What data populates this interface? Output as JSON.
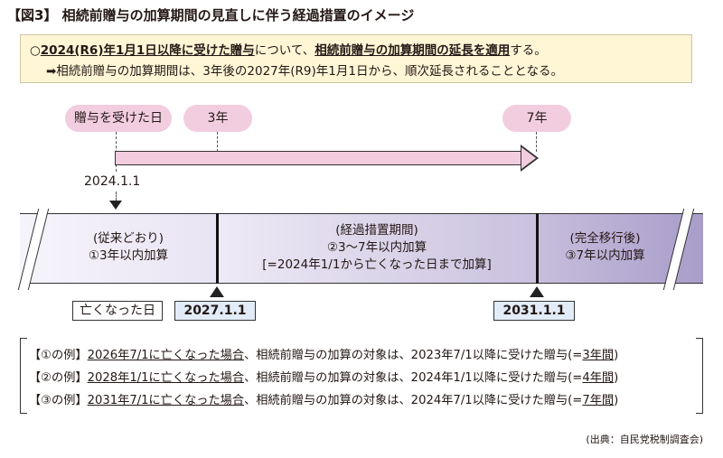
{
  "title": "【図3】 相続前贈与の加算期間の見直しに伴う経過措置のイメージ",
  "summary": {
    "bullet": "○",
    "part1": "2024(R6)年1月1日以降に受けた贈与",
    "part2": "について、",
    "part3": "相続前贈与の加算期間の延長を適用",
    "part4": "する。",
    "line2": "➡相続前贈与の加算期間は、3年後の2027年(R9)年1月1日から、順次延長されることとなる。"
  },
  "timeline": {
    "gift_label": "贈与を受けた日",
    "pill_3y": "3年",
    "pill_7y": "7年",
    "gift_date": "2024.1.1"
  },
  "periods": [
    {
      "head": "(従来どおり)",
      "line": "①3年以内加算",
      "note": ""
    },
    {
      "head": "(経過措置期間)",
      "line": "②3〜7年以内加算",
      "note": "[=2024年1/1から亡くなった日まで加算]"
    },
    {
      "head": "(完全移行後)",
      "line": "③7年以内加算",
      "note": ""
    }
  ],
  "dates": {
    "death_label": "亡くなった日",
    "d1": "2027.1.1",
    "d2": "2031.1.1"
  },
  "examples": [
    {
      "tag": "【①の例】",
      "death": "2026年7/1に亡くなった場合",
      "mid": "、相続前贈与の加算の対象は、2023年7/1以降に受けた贈与(=",
      "period": "3年間",
      "end": ")"
    },
    {
      "tag": "【②の例】",
      "death": "2028年1/1に亡くなった場合",
      "mid": "、相続前贈与の加算の対象は、2024年1/1以降に受けた贈与(=",
      "period": "4年間",
      "end": ")"
    },
    {
      "tag": "【③の例】",
      "death": "2031年7/1に亡くなった場合",
      "mid": "、相続前贈与の加算の対象は、2024年7/1以降に受けた贈与(=",
      "period": "7年間",
      "end": ")"
    }
  ],
  "source": "(出典：自民党税制調査会)",
  "colors": {
    "summary_bg": "#fff6d6",
    "pill_pink": "#f2cde0",
    "date_box_blue": "#e2ecf8",
    "period_purple": "#a99dca"
  }
}
